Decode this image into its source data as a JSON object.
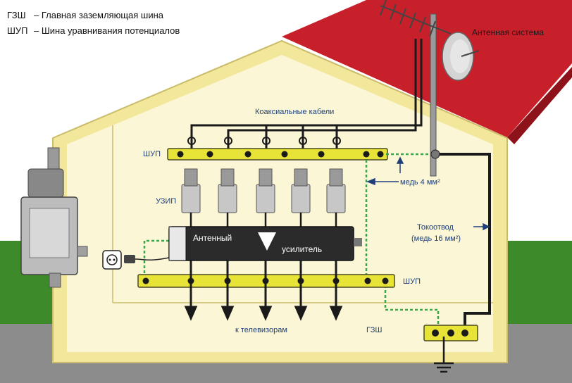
{
  "legend": {
    "line1_abbr": "ГЗШ",
    "line1_text": "– Главная заземляющая шина",
    "line2_abbr": "ШУП",
    "line2_text": "– Шина уравнивания потенциалов"
  },
  "labels": {
    "antenna_system": "Антенная система",
    "coax_cables": "Коаксиальные кабели",
    "shup_top": "ШУП",
    "shup_bottom": "ШУП",
    "uzip": "УЗИП",
    "copper_4": "медь 4 мм²",
    "downconductor_1": "Токоотвод",
    "downconductor_2": "(медь 16 мм²)",
    "amp_line1": "Антенный",
    "amp_line2": "усилитель",
    "to_tv": "к телевизорам",
    "gzsh": "ГЗШ"
  },
  "colors": {
    "roof": "#c8202a",
    "wall": "#f3e79c",
    "interior": "#fbf7d6",
    "ground_green": "#3d8a2a",
    "ground_gray": "#8c8c8c",
    "busbar": "#e8e337",
    "label_blue": "#1f3f7a",
    "green_wire": "#3aa84a"
  }
}
